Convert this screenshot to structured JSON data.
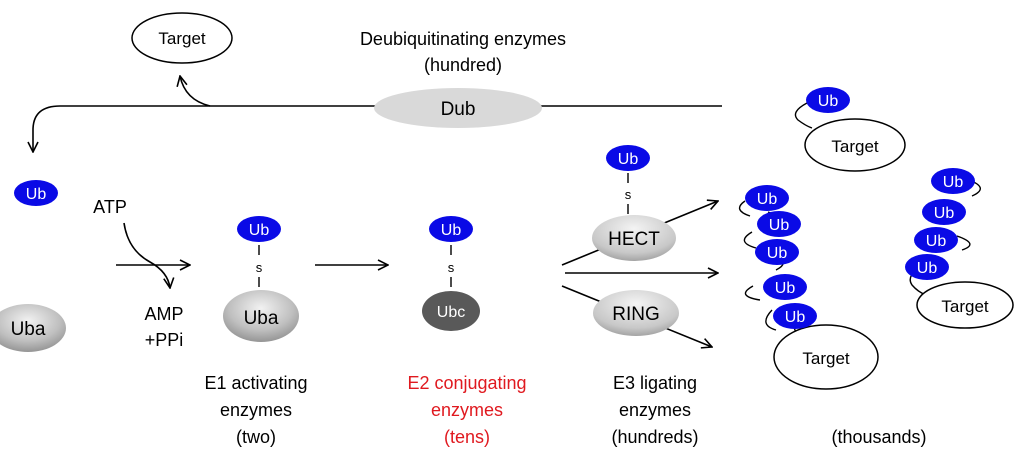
{
  "header": {
    "dub_title_line1": "Deubiquitinating enzymes",
    "dub_title_line2": "(hundred)"
  },
  "molecules": {
    "ub": "Ub",
    "target": "Target",
    "dub": "Dub",
    "uba": "Uba",
    "ubc": "Ubc",
    "hect": "HECT",
    "ring": "RING",
    "thioester": "s"
  },
  "cofactors": {
    "atp": "ATP",
    "amp": "AMP",
    "ppi": "+PPi"
  },
  "stages": {
    "e1": {
      "line1": "E1 activating",
      "line2": "enzymes",
      "line3": "(two)"
    },
    "e2": {
      "line1": "E2 conjugating",
      "line2": "enzymes",
      "line3": "(tens)"
    },
    "e3": {
      "line1": "E3 ligating",
      "line2": "enzymes",
      "line3": "(hundreds)"
    },
    "products": {
      "line1": "(thousands)"
    }
  },
  "colors": {
    "ub_fill": "#0a0ae6",
    "e2_label": "#e0191f",
    "ellipse_grey_light": "#d9d9d9",
    "ubc_fill": "#595959"
  }
}
